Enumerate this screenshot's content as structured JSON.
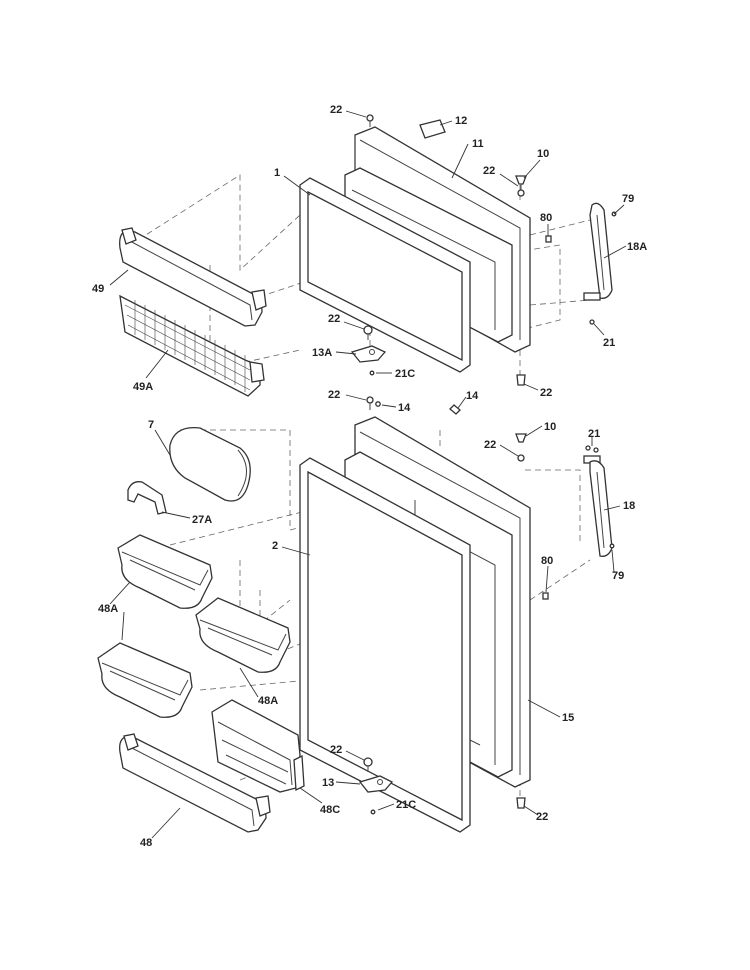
{
  "diagram": {
    "labels": {
      "l22a": "22",
      "l12": "12",
      "l11": "11",
      "l10a": "10",
      "l22b": "22",
      "l1": "1",
      "l79a": "79",
      "l80a": "80",
      "l18A": "18A",
      "l49": "49",
      "l22c": "22",
      "l13A": "13A",
      "l21a": "21",
      "l21C_a": "21C",
      "l49A": "49A",
      "l22d": "22",
      "l22e": "22",
      "l14a": "14",
      "l14b": "14",
      "l7": "7",
      "l10b": "10",
      "l22f": "22",
      "l21b": "21",
      "l27A": "27A",
      "l18": "18",
      "l2": "2",
      "l48A_a": "48A",
      "l80b": "80",
      "l79b": "79",
      "l48A_b": "48A",
      "l15": "15",
      "l22g": "22",
      "l13": "13",
      "l48C": "48C",
      "l21C_b": "21C",
      "l22h": "22",
      "l48": "48"
    }
  }
}
